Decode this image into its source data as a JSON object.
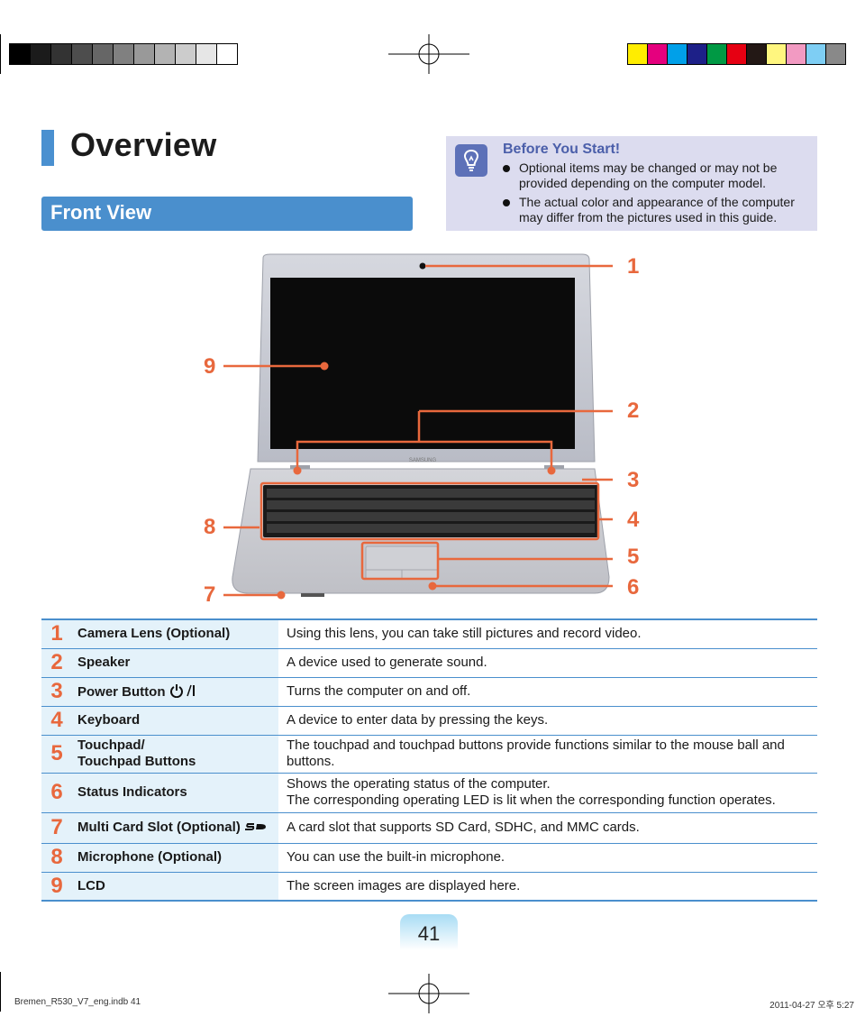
{
  "gray_swatches": [
    "#000000",
    "#1b1b1b",
    "#333333",
    "#4d4d4d",
    "#666666",
    "#808080",
    "#999999",
    "#b3b3b3",
    "#cccccc",
    "#e6e6e6",
    "#ffffff"
  ],
  "color_swatches": [
    "#ffed00",
    "#e5007e",
    "#00a0e9",
    "#1d2088",
    "#009944",
    "#e60012",
    "#231815",
    "#fff67f",
    "#f29ac2",
    "#7ecef4",
    "#898989"
  ],
  "page_title": "Overview",
  "section_title": "Front View",
  "tip": {
    "title": "Before You Start!",
    "items": [
      "Optional items may be changed or may not be provided depending on the computer model.",
      "The actual color and appearance of the computer may differ from the pictures used in this guide."
    ]
  },
  "callouts": [
    "1",
    "2",
    "3",
    "4",
    "5",
    "6",
    "7",
    "8",
    "9"
  ],
  "laptop_brand": "SAMSUNG",
  "rows": [
    {
      "num": "1",
      "label": "Camera Lens (Optional)",
      "desc": "Using this lens, you can take still pictures and record video."
    },
    {
      "num": "2",
      "label": "Speaker",
      "desc": "A device used to generate sound."
    },
    {
      "num": "3",
      "label": "Power Button",
      "desc": "Turns the computer on and off."
    },
    {
      "num": "4",
      "label": "Keyboard",
      "desc": "A device to enter data by pressing the keys."
    },
    {
      "num": "5",
      "label": "Touchpad/",
      "label2": "Touchpad Buttons",
      "desc": "The touchpad and touchpad buttons provide functions similar to the mouse ball and buttons."
    },
    {
      "num": "6",
      "label": "Status Indicators",
      "desc": "Shows the operating status of the computer.",
      "desc2": "The corresponding operating LED is lit when the corresponding function operates."
    },
    {
      "num": "7",
      "label": "Multi Card Slot (Optional)",
      "desc": "A card slot that supports SD Card, SDHC, and MMC cards."
    },
    {
      "num": "8",
      "label": "Microphone (Optional)",
      "desc": "You can use the built-in microphone."
    },
    {
      "num": "9",
      "label": "LCD",
      "desc": "The screen images are displayed here."
    }
  ],
  "page_number": "41",
  "footer_left": "Bremen_R530_V7_eng.indb   41",
  "footer_right": "2011-04-27   오후 5:27",
  "accent_color": "#4a8fcd",
  "callout_color": "#e8683d"
}
